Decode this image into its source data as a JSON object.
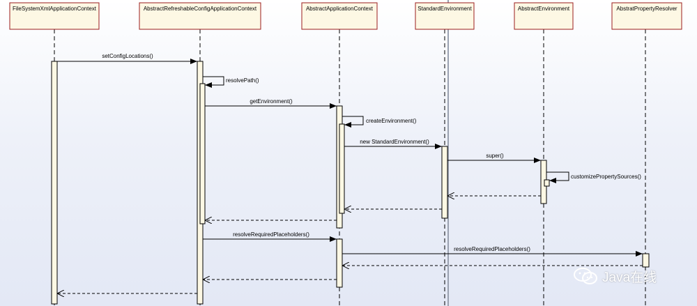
{
  "participants": [
    "FileSystemXmlApplicationContext",
    "AbstractRefreshableConfigApplicationContext",
    "AbstractApplicationContext",
    "StandardEnvironment",
    "AbstractEnvironment",
    "AbstratPropertyResolver"
  ],
  "messages": {
    "m1": "setConfigLocations()",
    "m2": "resolvePath()",
    "m3": "getEnvironment()",
    "m4": "createEnvironment()",
    "m5": "new StandardEnvironment()",
    "m6": "super()",
    "m7": "customizePropertySources()",
    "m8": "resolveRequiredPlaceholders()",
    "m9": "resolveRequiredPlaceholders()"
  },
  "watermark": {
    "text": "Java在线",
    "logo": "wechat-logo"
  },
  "colors": {
    "header_fill": "#fdf8e4",
    "header_border": "#9b1c1c",
    "activation_fill": "#fdf8e4",
    "line": "#000000",
    "background": "#e8ecf6"
  }
}
